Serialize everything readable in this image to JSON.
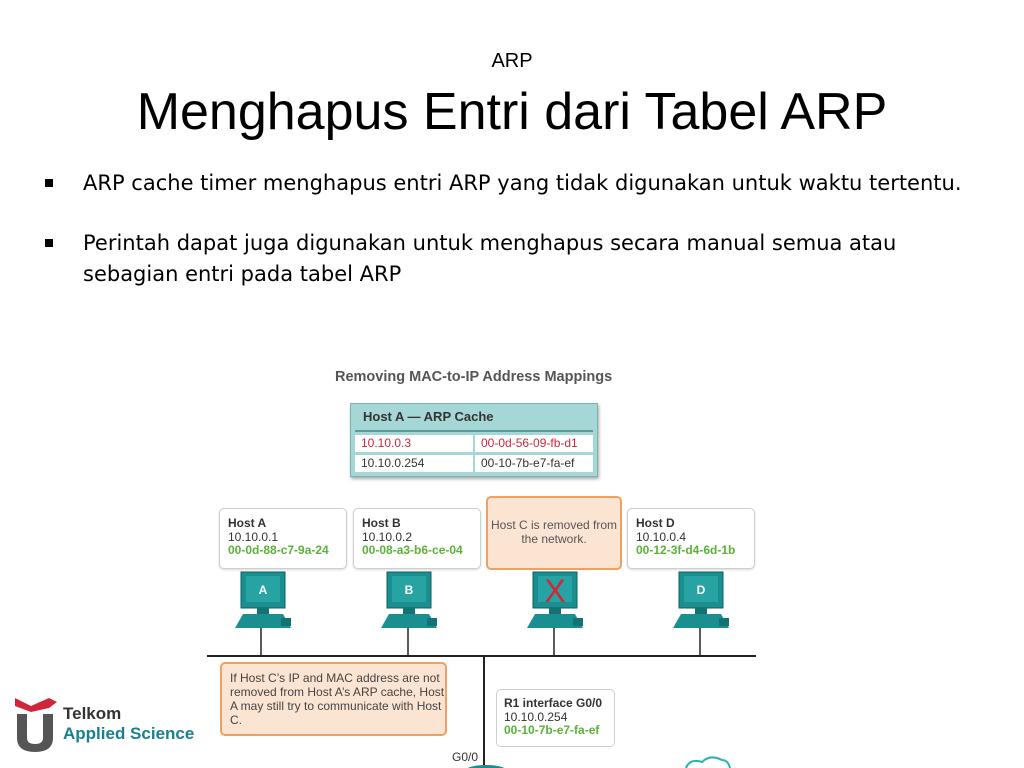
{
  "slide": {
    "subtitle": "ARP",
    "title": "Menghapus Entri dari Tabel ARP",
    "bullets": [
      "ARP cache timer menghapus entri ARP yang tidak digunakan untuk waktu tertentu.",
      "Perintah dapat juga digunakan untuk menghapus secara manual semua atau sebagian entri pada tabel ARP"
    ]
  },
  "diagram": {
    "title": "Removing MAC-to-IP Address Mappings",
    "cache": {
      "header": "Host A — ARP Cache",
      "rows": [
        {
          "ip": "10.10.0.3",
          "mac": "00-0d-56-09-fb-d1",
          "color": "#d0263c"
        },
        {
          "ip": "10.10.0.254",
          "mac": "00-10-7b-e7-fa-ef",
          "color": "#333333"
        }
      ]
    },
    "hosts": {
      "a": {
        "name": "Host A",
        "ip": "10.10.0.1",
        "mac": "00-0d-88-c7-9a-24",
        "label": "A"
      },
      "b": {
        "name": "Host B",
        "ip": "10.10.0.2",
        "mac": "00-08-a3-b6-ce-04",
        "label": "B"
      },
      "c": {
        "removed_note": "Host C is removed from the network.",
        "marker": "X"
      },
      "d": {
        "name": "Host D",
        "ip": "10.10.0.4",
        "mac": "00-12-3f-d4-6d-1b",
        "label": "D"
      }
    },
    "note": "If Host C’s IP and MAC address are not removed from Host A’s ARP cache, Host A may still try to communicate with Host C.",
    "router": {
      "name": "R1 interface G0/0",
      "ip": "10.10.0.254",
      "mac": "00-10-7b-e7-fa-ef",
      "port_label": "G0/0"
    },
    "colors": {
      "mac_green": "#5ab237",
      "computer_teal": "#1a8f8f",
      "highlight_orange": "#f0a060"
    }
  },
  "logo": {
    "line1": "Telkom",
    "line2": "Applied Science"
  }
}
